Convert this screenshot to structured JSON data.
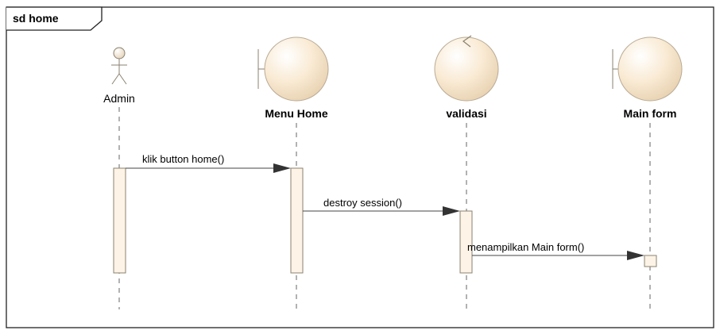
{
  "diagram": {
    "frame_title": "sd home",
    "actor": {
      "label": "Admin"
    },
    "lifelines": [
      {
        "label": "Menu Home",
        "kind": "boundary"
      },
      {
        "label": "validasi",
        "kind": "control"
      },
      {
        "label": "Main form",
        "kind": "boundary"
      }
    ],
    "messages": [
      {
        "label": "klik button home()",
        "from": "Admin",
        "to": "Menu Home"
      },
      {
        "label": "destroy session()",
        "from": "Menu Home",
        "to": "validasi"
      },
      {
        "label": "menampilkan Main form()",
        "from": "validasi",
        "to": "Main form"
      }
    ],
    "colors": {
      "element_fill": "#fbeedb",
      "element_stroke": "#8a8170",
      "activation_fill": "#fdf3e6",
      "line": "#444444"
    }
  }
}
